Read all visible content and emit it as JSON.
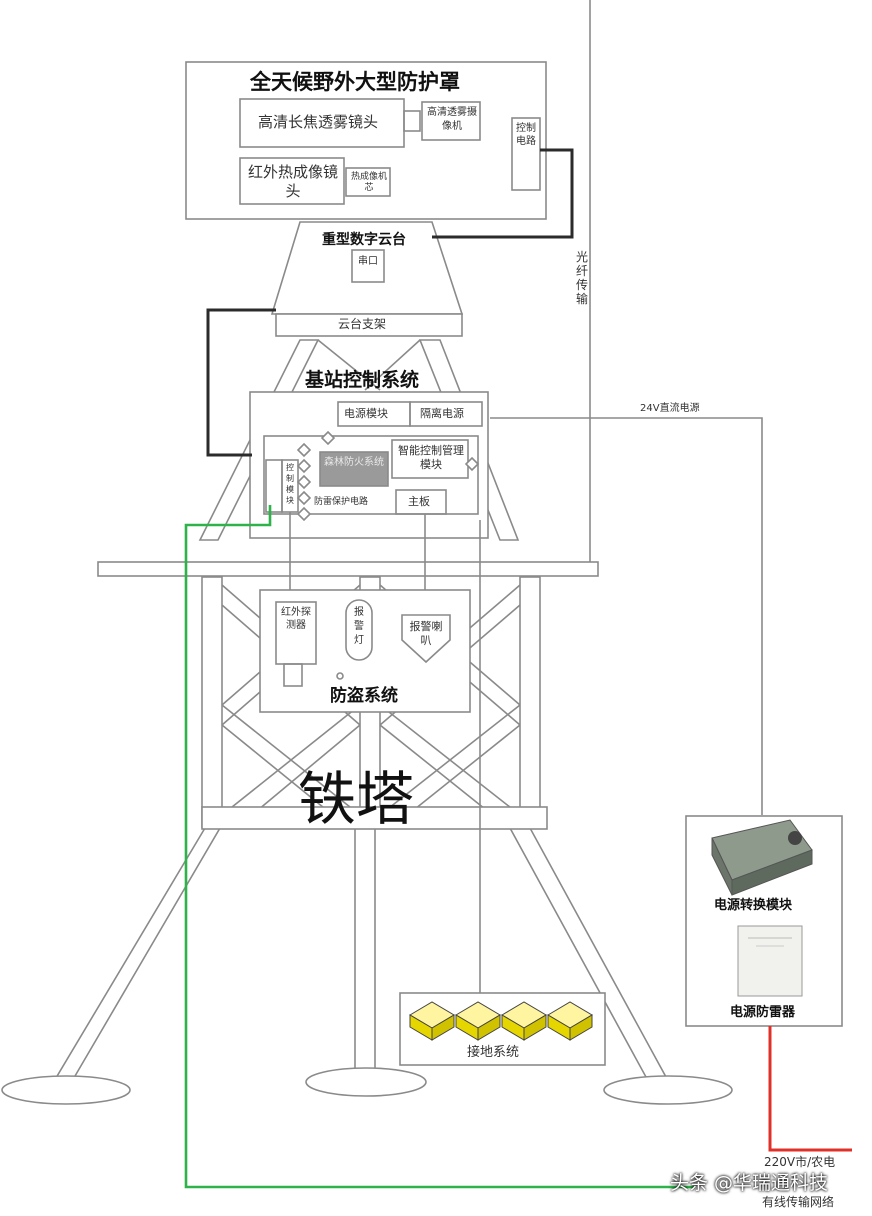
{
  "enclosure": {
    "title": "全天候野外大型防护罩",
    "hd_lens": "高清长焦透雾镜头",
    "hd_camera": "高清透雾摄像机",
    "ir_lens": "红外热成像镜头",
    "ir_core": "热成像机芯",
    "side_module": "控制电路"
  },
  "ptz": {
    "title": "重型数字云台",
    "port": "串口"
  },
  "bracket": "云台支架",
  "base_station": {
    "title": "基站控制系统",
    "power_module": "电源模块",
    "isolated_power": "隔离电源",
    "fire_system": "森林防火系统",
    "ports": "控制模块",
    "smart_ctrl": "智能控制管理模块",
    "surge_module": "防雷保护电路",
    "mainboard": "主板"
  },
  "fiber": "光纤传输",
  "dc_power": "24V直流电源",
  "anti_theft": {
    "title": "防盗系统",
    "detector": "红外探测器",
    "alarm_light": "报警灯",
    "siren": "报警喇叭"
  },
  "tower": "铁塔",
  "power_converter": "电源转换模块",
  "surge_protector": "电源防雷器",
  "grounding": "接地系统",
  "ac_power": "220V市/农电",
  "network": "有线传输网络",
  "watermark": "头条 @华瑞通科技",
  "colors": {
    "line": "#888888",
    "thick_cable": "#2b2b2b",
    "green_cable": "#2db34a",
    "red_cable": "#e0302a",
    "ground_fill": "#e6d600"
  }
}
